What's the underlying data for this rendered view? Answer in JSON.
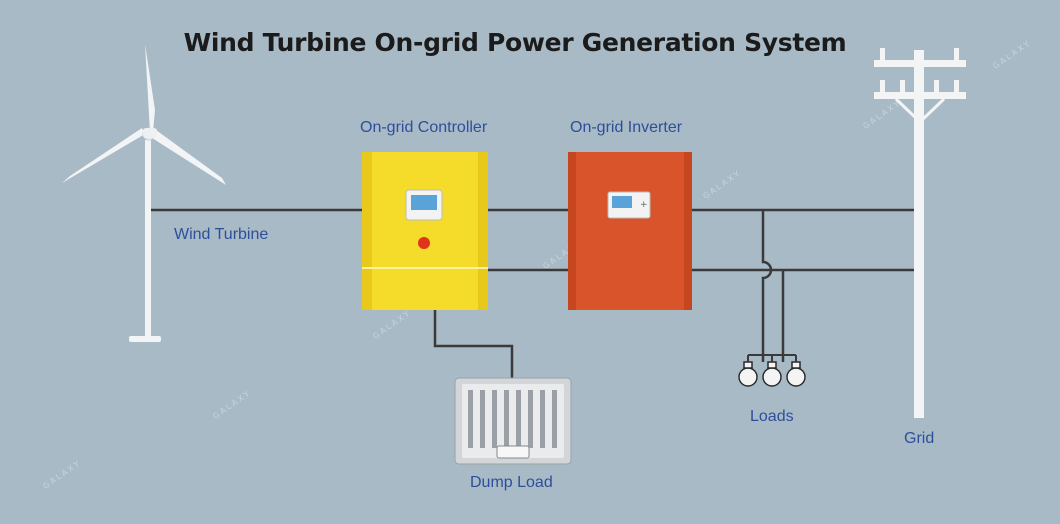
{
  "diagram": {
    "title": "Wind Turbine On-grid Power Generation System",
    "labels": {
      "wind_turbine": "Wind Turbine",
      "controller": "On-grid Controller",
      "inverter": "On-grid Inverter",
      "dump_load": "Dump Load",
      "loads": "Loads",
      "grid": "Grid"
    },
    "watermark": "GALAXY",
    "colors": {
      "background": "#a9bac7",
      "controller": "#f6dc2a",
      "inverter": "#d9532b",
      "wire": "#3a3a3a",
      "label": "#2d4f9a"
    }
  }
}
